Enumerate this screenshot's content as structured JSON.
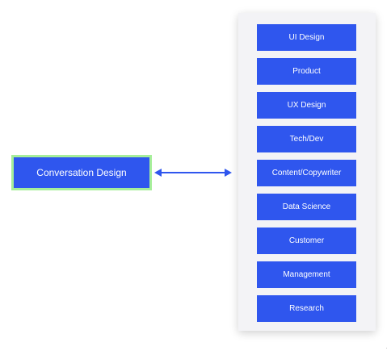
{
  "diagram": {
    "center_node": {
      "label": "Conversation Design"
    },
    "connector": {
      "type": "bidirectional-arrow",
      "color": "#2f56ee"
    },
    "roles": [
      {
        "label": "UI Design"
      },
      {
        "label": "Product"
      },
      {
        "label": "UX Design"
      },
      {
        "label": "Tech/Dev"
      },
      {
        "label": "Content/Copywriter"
      },
      {
        "label": "Data Science"
      },
      {
        "label": "Customer"
      },
      {
        "label": "Management"
      },
      {
        "label": "Research"
      }
    ]
  },
  "colors": {
    "node_fill": "#2f56ee",
    "center_border": "#a6ee9a",
    "panel_background": "#f3f3f6",
    "text": "#ffffff"
  }
}
